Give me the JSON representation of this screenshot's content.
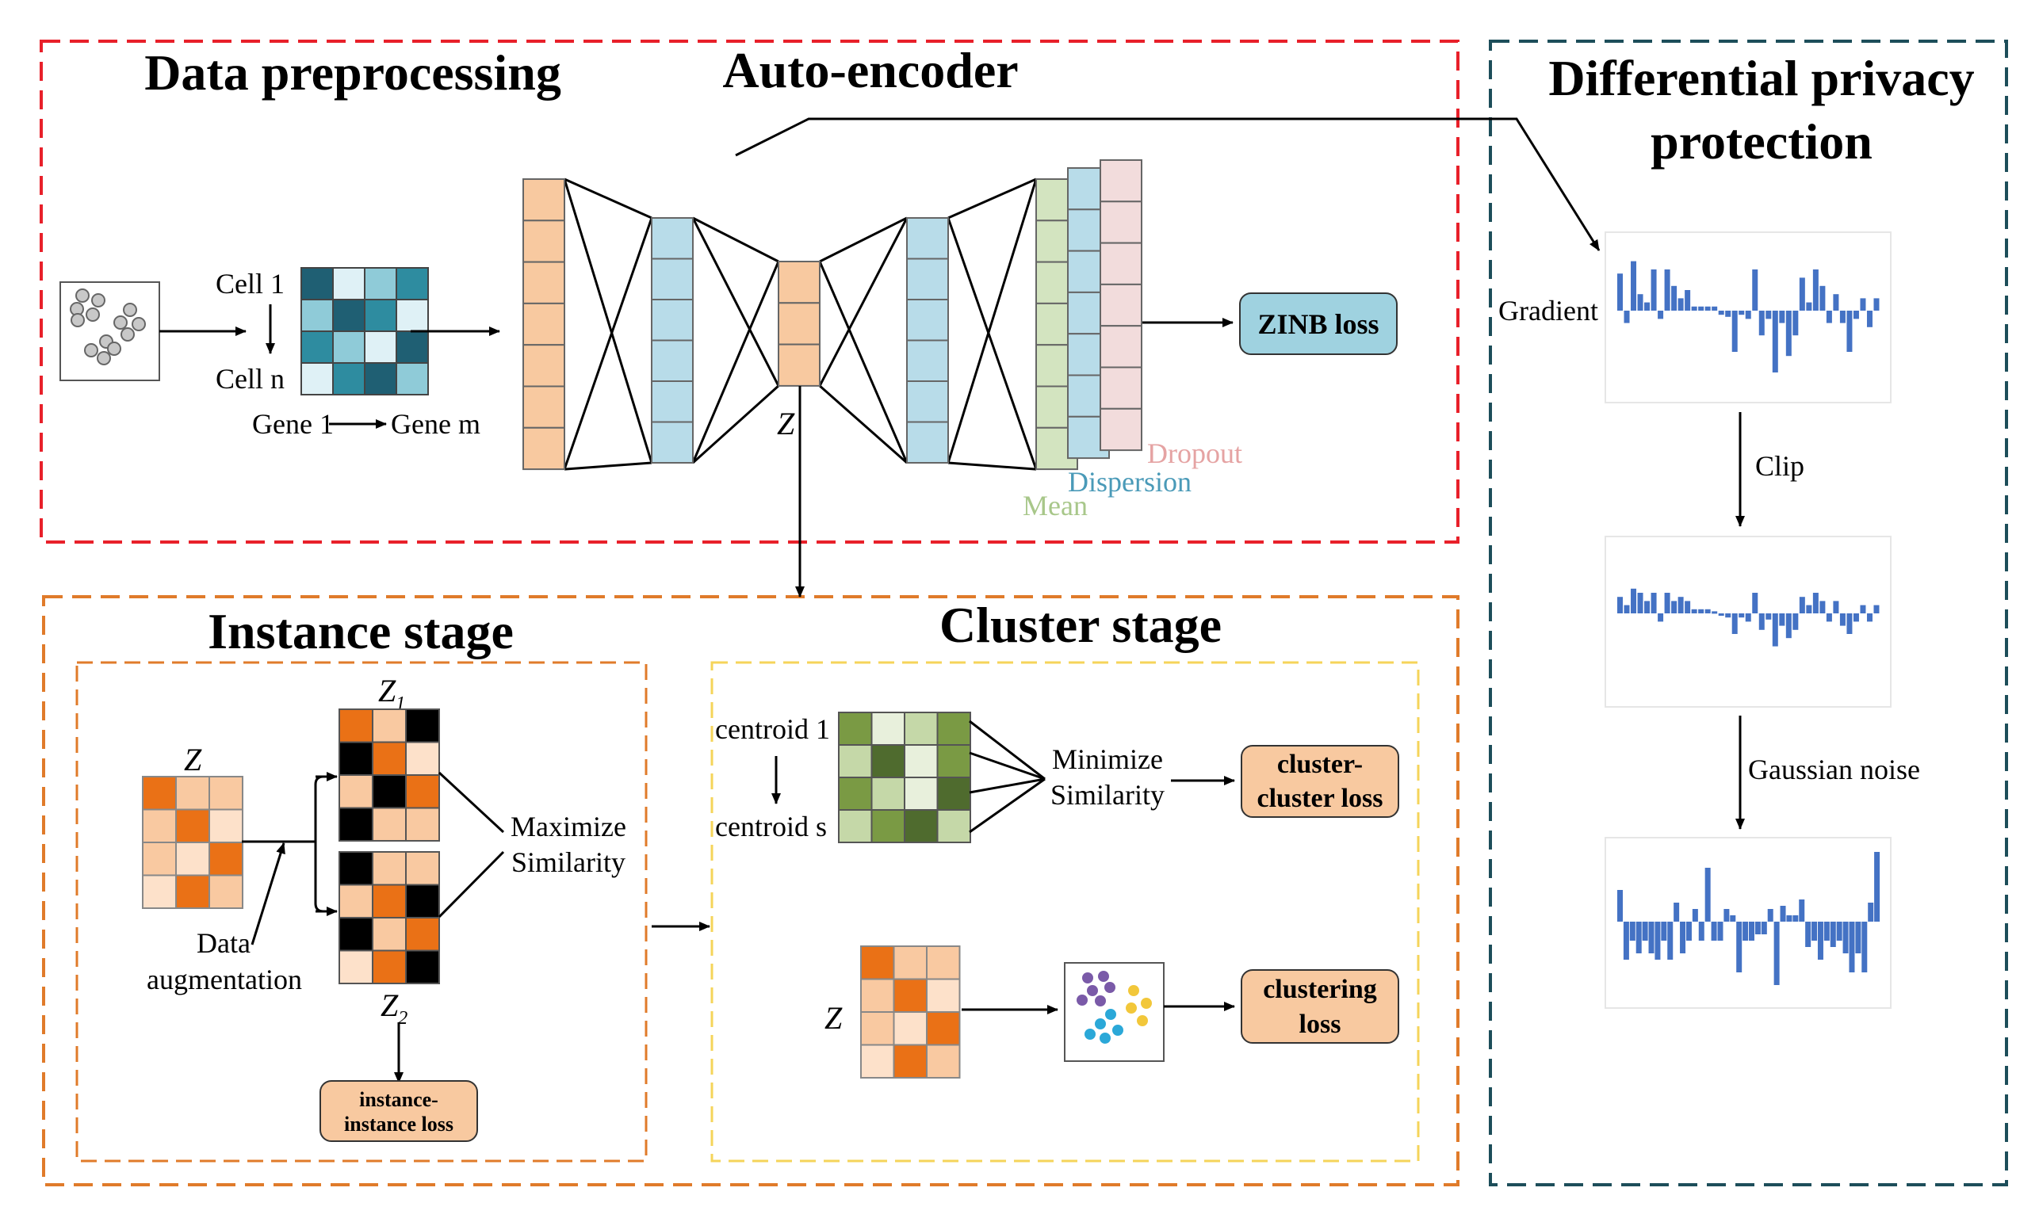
{
  "titles": {
    "data_preprocessing": "Data preprocessing",
    "auto_encoder": "Auto-encoder",
    "differential_privacy_line1": "Differential privacy",
    "differential_privacy_line2": "protection",
    "instance_stage": "Instance stage",
    "cluster_stage": "Cluster stage"
  },
  "preprocessing": {
    "cell_start": "Cell 1",
    "cell_end": "Cell n",
    "gene_start": "Gene 1",
    "gene_end": "Gene m"
  },
  "autoencoder": {
    "latent": "Z",
    "output_mean": "Mean",
    "output_dispersion": "Dispersion",
    "output_dropout": "Dropout",
    "zinb_loss": "ZINB loss"
  },
  "privacy": {
    "gradient": "Gradient",
    "clip": "Clip",
    "gaussian_noise": "Gaussian noise"
  },
  "instance": {
    "z": "Z",
    "z1_base": "Z",
    "z1_sub": "1",
    "z2_base": "Z",
    "z2_sub": "2",
    "data_aug_1": "Data",
    "data_aug_2": "augmentation",
    "maximize_1": "Maximize",
    "maximize_2": "Similarity",
    "loss_1": "instance-",
    "loss_2": "instance loss"
  },
  "cluster": {
    "centroid_start": "centroid 1",
    "centroid_end": "centroid s",
    "minimize_1": "Minimize",
    "minimize_2": "Similarity",
    "cc_loss_1": "cluster-",
    "cc_loss_2": "cluster loss",
    "z": "Z",
    "clustering_loss_1": "clustering",
    "clustering_loss_2": "loss"
  },
  "colors": {
    "red_border": "#e8202a",
    "orange_border": "#e07b2a",
    "yellow_border": "#f5d45a",
    "teal_border": "#1d4e5a",
    "encoder_orange": "#f8c9a0",
    "encoder_blue": "#b8dce9",
    "mean_green": "#d3e4c0",
    "dispersion_blue": "#b8dce9",
    "dropout_pink": "#f2dcdc",
    "zinb_fill": "#9fd2e0",
    "loss_fill": "#f8c9a0",
    "bar_blue": "#4472c4",
    "label_mean": "#a8c78a",
    "label_dispersion": "#4a9ab8",
    "label_dropout": "#e5a3a3"
  },
  "chart_data": [
    {
      "type": "bar",
      "name": "gradient",
      "values": [
        0.9,
        -0.3,
        1.2,
        0.4,
        0.2,
        1.0,
        -0.2,
        1.0,
        0.6,
        0.3,
        0.5,
        0.1,
        0.1,
        0.1,
        0.1,
        -0.1,
        -0.15,
        -1.0,
        -0.1,
        -0.2,
        1.0,
        -0.6,
        -0.2,
        -1.5,
        -0.3,
        -1.1,
        -0.6,
        0.8,
        0.2,
        1.0,
        0.6,
        -0.3,
        0.4,
        -0.3,
        -1.0,
        -0.2,
        0.3,
        -0.4,
        0.3
      ]
    },
    {
      "type": "bar",
      "name": "clipped gradient",
      "values": [
        0.4,
        0.2,
        0.6,
        0.5,
        0.3,
        0.5,
        -0.2,
        0.5,
        0.3,
        0.4,
        0.3,
        0.1,
        0.1,
        0.1,
        0.05,
        -0.05,
        -0.1,
        -0.5,
        -0.1,
        -0.2,
        0.5,
        -0.4,
        -0.15,
        -0.8,
        -0.3,
        -0.6,
        -0.4,
        0.4,
        0.2,
        0.5,
        0.3,
        -0.2,
        0.3,
        -0.3,
        -0.5,
        -0.2,
        0.2,
        -0.2,
        0.2
      ]
    },
    {
      "type": "bar",
      "name": "gradient with Gaussian noise",
      "values": [
        0.5,
        -0.6,
        -0.3,
        -0.5,
        -0.3,
        -0.5,
        -0.6,
        -0.3,
        -0.6,
        0.3,
        -0.5,
        -0.3,
        0.2,
        -0.3,
        0.85,
        -0.3,
        -0.3,
        0.2,
        0.1,
        -0.8,
        -0.3,
        -0.3,
        -0.2,
        -0.2,
        0.2,
        -1.0,
        0.25,
        0.1,
        0.1,
        0.35,
        -0.4,
        -0.3,
        -0.6,
        -0.3,
        -0.4,
        -0.3,
        -0.5,
        -0.8,
        -0.5,
        -0.8,
        0.3,
        1.1
      ]
    }
  ]
}
